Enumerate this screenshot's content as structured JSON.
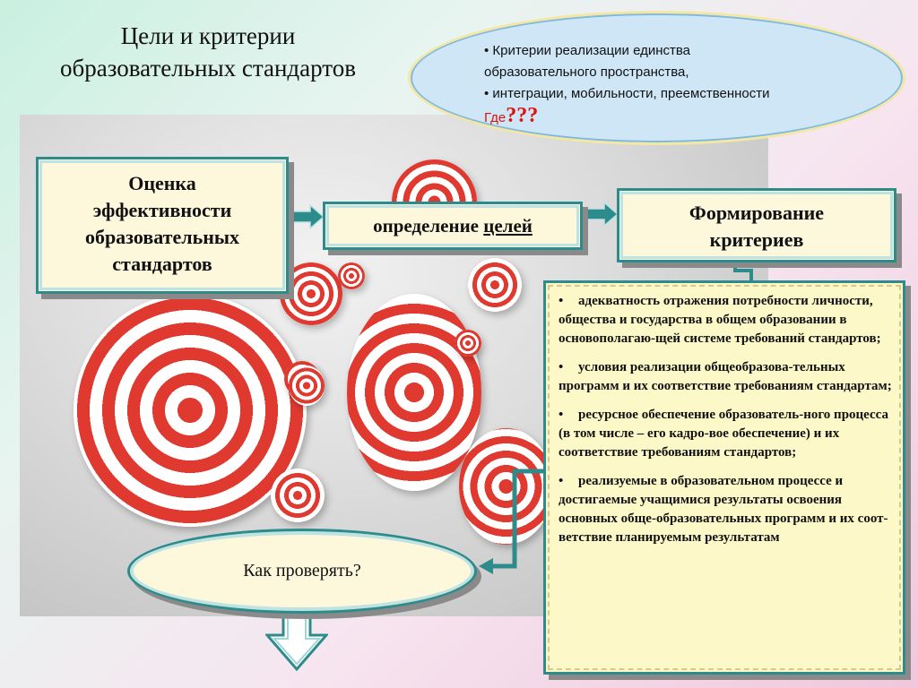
{
  "title": {
    "line1": "Цели и критерии",
    "line2": "образовательных стандартов"
  },
  "note": {
    "line1": "• Критерии реализации единства",
    "line2": "образовательного пространства,",
    "line3": "• интеграции, мобильности, преемственности",
    "where": "Где",
    "question": "???"
  },
  "flow": {
    "evaluation": [
      "Оценка",
      "эффективности",
      "образовательных",
      "стандартов"
    ],
    "goals_prefix": "определение ",
    "goals_word": "целей",
    "criteria_formation": [
      "Формирование",
      "критериев"
    ]
  },
  "criteria_list": [
    "адекватность отражения потребности личности, общества и государства в общем образовании в основополагаю-щей системе требований стандартов;",
    "условия реализации общеобразова-тельных программ и их соответствие требованиям стандартам;",
    "ресурсное обеспечение образователь-ного процесса (в том числе – его кадро-вое обеспечение) и их соответствие требованиям стандартов;",
    "реализуемые в образовательном процессе и достигаемые учащимися результаты освоения основных обще-образовательных программ и их соот-ветствие планируемым результатам"
  ],
  "check": "Как проверять?",
  "colors": {
    "teal": "#2e8b8b",
    "box_fill": "#fdf8dc",
    "target_red": "#e03a30",
    "question_red": "#e0120e"
  }
}
